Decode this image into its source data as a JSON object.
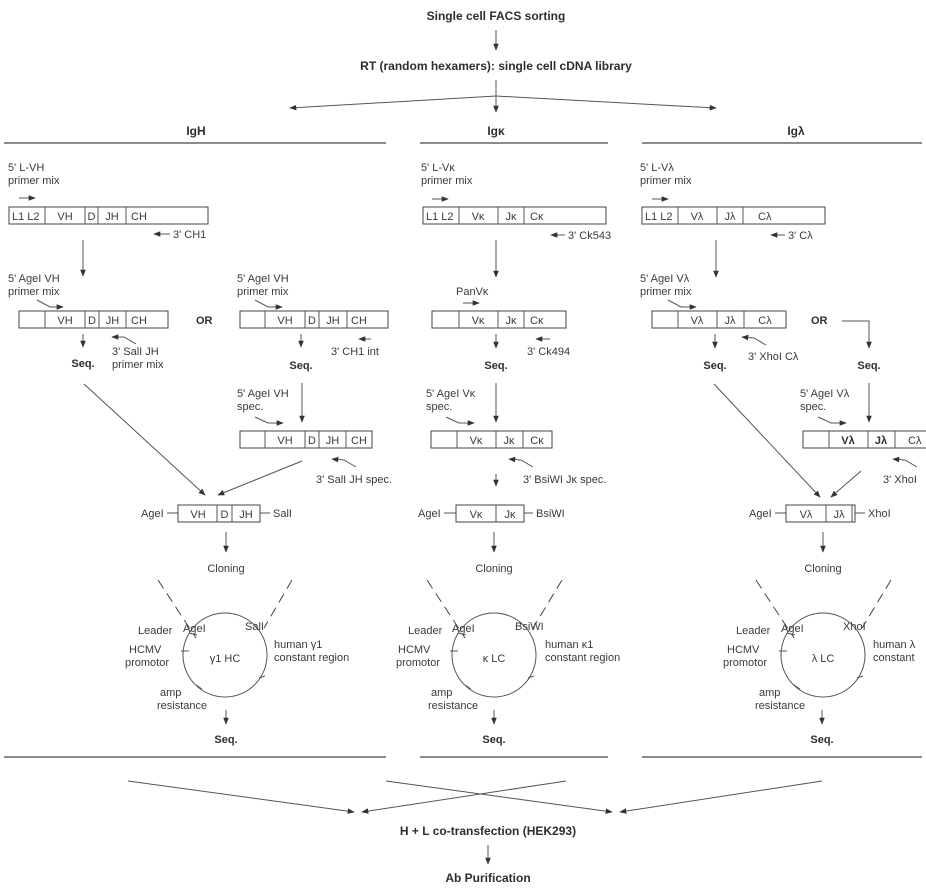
{
  "title_steps": {
    "sorting": "Single cell FACS sorting",
    "rt": "RT (random hexamers): single cell cDNA library",
    "cotransfection": "H + L co-transfection (HEK293)",
    "purification": "Ab Purification"
  },
  "or_label": "OR",
  "seq_label": "Seq.",
  "cloning_label": "Cloning",
  "columns": {
    "igh": {
      "header": "IgH",
      "primer1": [
        "5' L-VH",
        "primer mix"
      ],
      "gene1": [
        "L1 L2",
        "VH",
        "D",
        "JH",
        "CH"
      ],
      "rev1": "3' CH1",
      "primer2a": [
        "5' AgeI VH",
        "primer mix"
      ],
      "gene2a": [
        "",
        "VH",
        "D",
        "JH",
        "CH"
      ],
      "rev2a": [
        "3' SalI JH",
        "primer mix"
      ],
      "primer2b": [
        "5' AgeI VH",
        "primer mix"
      ],
      "gene2b": [
        "",
        "VH",
        "D",
        "JH",
        "CH"
      ],
      "rev2b": "3' CH1 int",
      "primer3": [
        "5' AgeI VH",
        "spec."
      ],
      "gene3": [
        "",
        "VH",
        "D",
        "JH",
        "CH"
      ],
      "rev3": "3' SalI JH spec.",
      "insert": [
        "VH",
        "D",
        "JH"
      ],
      "site5": "AgeI",
      "site3": "SalI",
      "vector": {
        "name": "γ1 HC",
        "leader": "Leader",
        "site5": "AgeI",
        "site3": "SalI",
        "promoter": [
          "HCMV",
          "promotor"
        ],
        "constant": [
          "human γ1",
          "constant region"
        ],
        "resistance": [
          "amp",
          "resistance"
        ]
      }
    },
    "igk": {
      "header": "Igκ",
      "primer1": [
        "5' L-Vκ",
        "primer mix"
      ],
      "gene1": [
        "L1 L2",
        "Vκ",
        "Jκ",
        "Cκ"
      ],
      "rev1": "3' Ck543",
      "primer2": [
        "PanVκ"
      ],
      "gene2": [
        "",
        "Vκ",
        "Jκ",
        "Cκ"
      ],
      "rev2": "3' Ck494",
      "primer3": [
        "5' AgeI Vκ",
        "spec."
      ],
      "gene3": [
        "",
        "Vκ",
        "Jκ",
        "Cκ"
      ],
      "rev3": "3' BsiWI Jκ spec.",
      "insert": [
        "Vκ",
        "Jκ"
      ],
      "site5": "AgeI",
      "site3": "BsiWI",
      "vector": {
        "name": "κ LC",
        "leader": "Leader",
        "site5": "AgeI",
        "site3": "BsiWI",
        "promoter": [
          "HCMV",
          "promotor"
        ],
        "constant": [
          "human κ1",
          "constant region"
        ],
        "resistance": [
          "amp",
          "resistance"
        ]
      }
    },
    "igl": {
      "header": "Igλ",
      "primer1": [
        "5' L-Vλ",
        "primer mix"
      ],
      "gene1": [
        "L1 L2",
        "Vλ",
        "Jλ",
        "Cλ"
      ],
      "rev1": "3' Cλ",
      "primer2": [
        "5' AgeI Vλ",
        "primer mix"
      ],
      "gene2": [
        "",
        "Vλ",
        "Jλ",
        "Cλ"
      ],
      "rev2": "3' XhoI Cλ",
      "primer3": [
        "5' AgeI Vλ",
        "spec."
      ],
      "gene3": [
        "",
        "Vλ",
        "Jλ",
        "Cλ"
      ],
      "rev3": "3' XhoI",
      "insert": [
        "Vλ",
        "Jλ"
      ],
      "site5": "AgeI",
      "site3": "XhoI",
      "vector": {
        "name": "λ LC",
        "leader": "Leader",
        "site5": "AgeI",
        "site3": "XhoI",
        "promoter": [
          "HCMV",
          "promotor"
        ],
        "constant": [
          "human λ",
          "constant"
        ],
        "resistance": [
          "amp",
          "resistance"
        ]
      }
    }
  }
}
